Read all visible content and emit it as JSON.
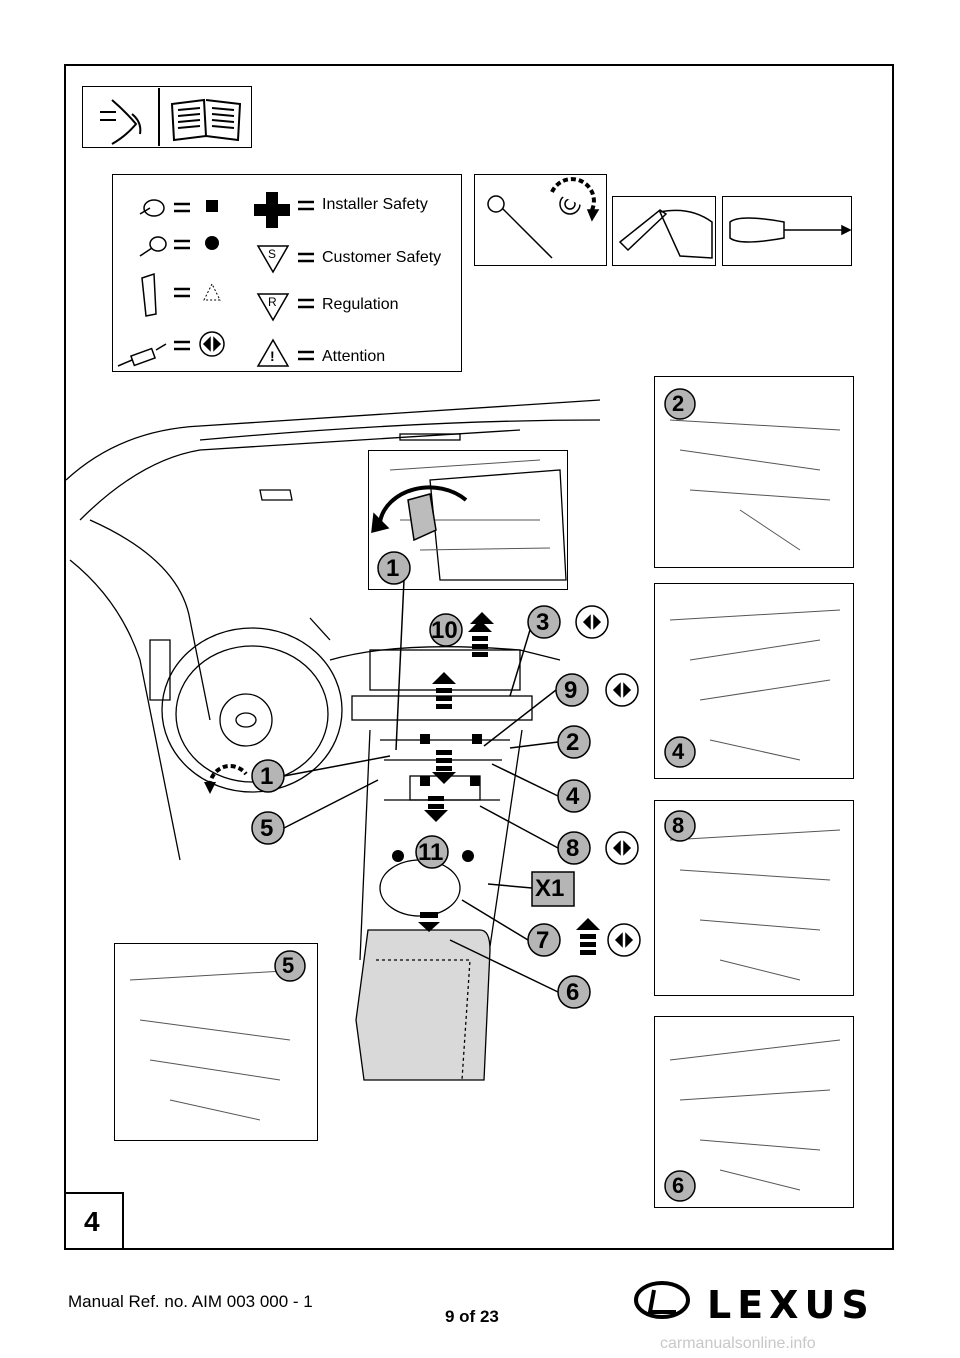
{
  "legend": {
    "installer_safety": "Installer Safety",
    "customer_safety": "Customer Safety",
    "regulation": "Regulation",
    "attention": "Attention",
    "equals": "=",
    "s_mark": "S",
    "r_mark": "R",
    "excl_mark": "!"
  },
  "icons": [
    "eye-icon",
    "book-icon",
    "bolt-icon",
    "screw-icon",
    "clip-icon",
    "connector-icon",
    "ratchet-icon",
    "trim-tool-icon",
    "screwdriver-icon"
  ],
  "callouts": {
    "main": [
      "1",
      "10",
      "3",
      "9",
      "2",
      "1",
      "4",
      "5",
      "11",
      "8",
      "X1",
      "7",
      "6"
    ]
  },
  "insets": {
    "inset_2": "2",
    "inset_4": "4",
    "inset_8": "8",
    "inset_5": "5",
    "inset_6": "6",
    "inset_1": "1"
  },
  "step_number": "4",
  "footer": {
    "manual_ref": "Manual Ref. no. AIM 003 000 - 1",
    "page": "9 of 23",
    "brand": "LEXUS",
    "watermark": "carmanualsonline.info"
  }
}
